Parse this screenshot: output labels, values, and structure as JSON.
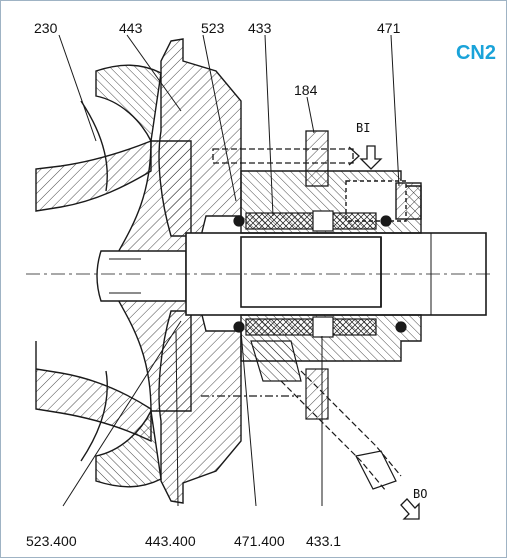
{
  "figure_code": "CN2",
  "colors": {
    "accent": "#1aa3d9",
    "line": "#1a1a1a",
    "frame": "#9fb3c4"
  },
  "labels": {
    "p230": "230",
    "p443": "443",
    "p523": "523",
    "p433": "433",
    "p471": "471",
    "p184": "184",
    "bi": "BI",
    "bo": "BO",
    "p523_400": "523.400",
    "p443_400": "443.400",
    "p471_400": "471.400",
    "p433_1": "433.1"
  }
}
